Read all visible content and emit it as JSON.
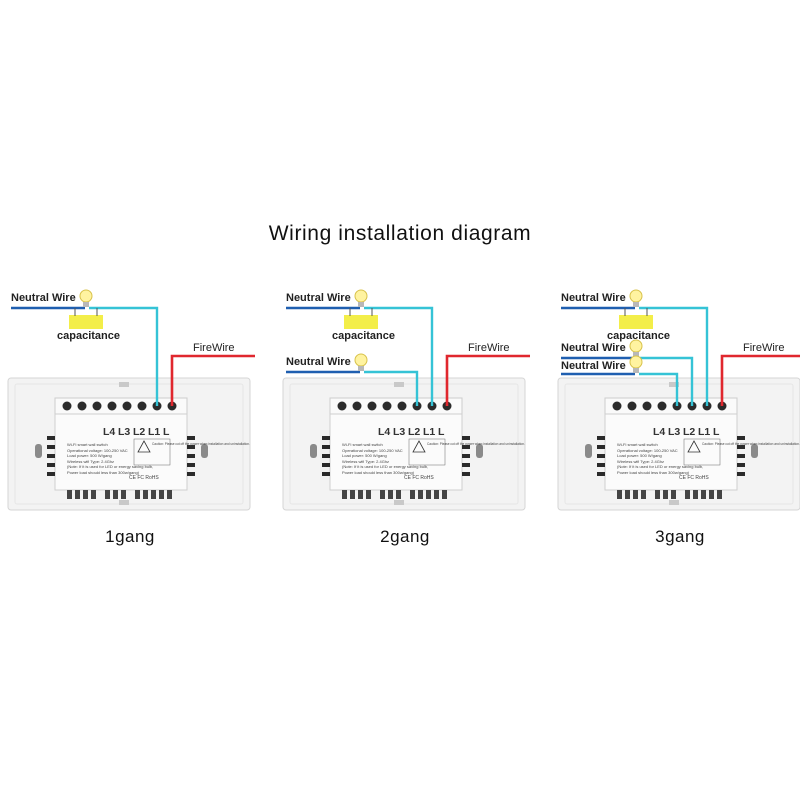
{
  "title": "Wiring installation diagram",
  "labels": {
    "neutral": "Neutral Wire",
    "fire": "FireWire",
    "capacitance": "capacitance"
  },
  "terminals": [
    "L4",
    "L3",
    "L2",
    "L1",
    "L"
  ],
  "device_text": {
    "name": "Wi-Fi smart wall switch",
    "voltage": "Operational voltage: 100-250 VAC",
    "load": "Load power: 500 W/gang",
    "wireless": "Wireless wifi Type: 2.4Ghz",
    "note": "(Note: If it is used for LED or energy saving bulb,",
    "power": "Power load should less than 300w/gang)",
    "caution": "Caution: Please cut off the power when installation and uninstallation.",
    "marks": "CE  FC  RoHS"
  },
  "diagrams": [
    {
      "label": "1gang",
      "gangs": 1
    },
    {
      "label": "2gang",
      "gangs": 2
    },
    {
      "label": "3gang",
      "gangs": 3
    }
  ],
  "colors": {
    "neutral_blue": "#1f5fb0",
    "load_cyan": "#35c3d6",
    "fire_red": "#e0272e",
    "cap_yellow": "#f3ee49",
    "panel": "#f3f3f3"
  }
}
